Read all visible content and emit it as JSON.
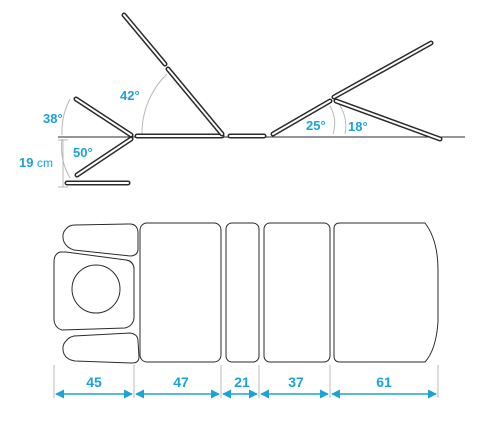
{
  "colors": {
    "line": "#2b2b2b",
    "accent": "#1ba3d6",
    "guide": "#b8b8b8"
  },
  "side_view": {
    "angle_headrest_up": "38°",
    "angle_headrest_down": "50°",
    "height_drop_value": "19",
    "height_drop_unit": "cm",
    "angle_back_section": "42°",
    "angle_leg_section_a": "25°",
    "angle_leg_section_b": "18°"
  },
  "top_view": {
    "dimensions": [
      "45",
      "47",
      "21",
      "37",
      "61"
    ]
  }
}
